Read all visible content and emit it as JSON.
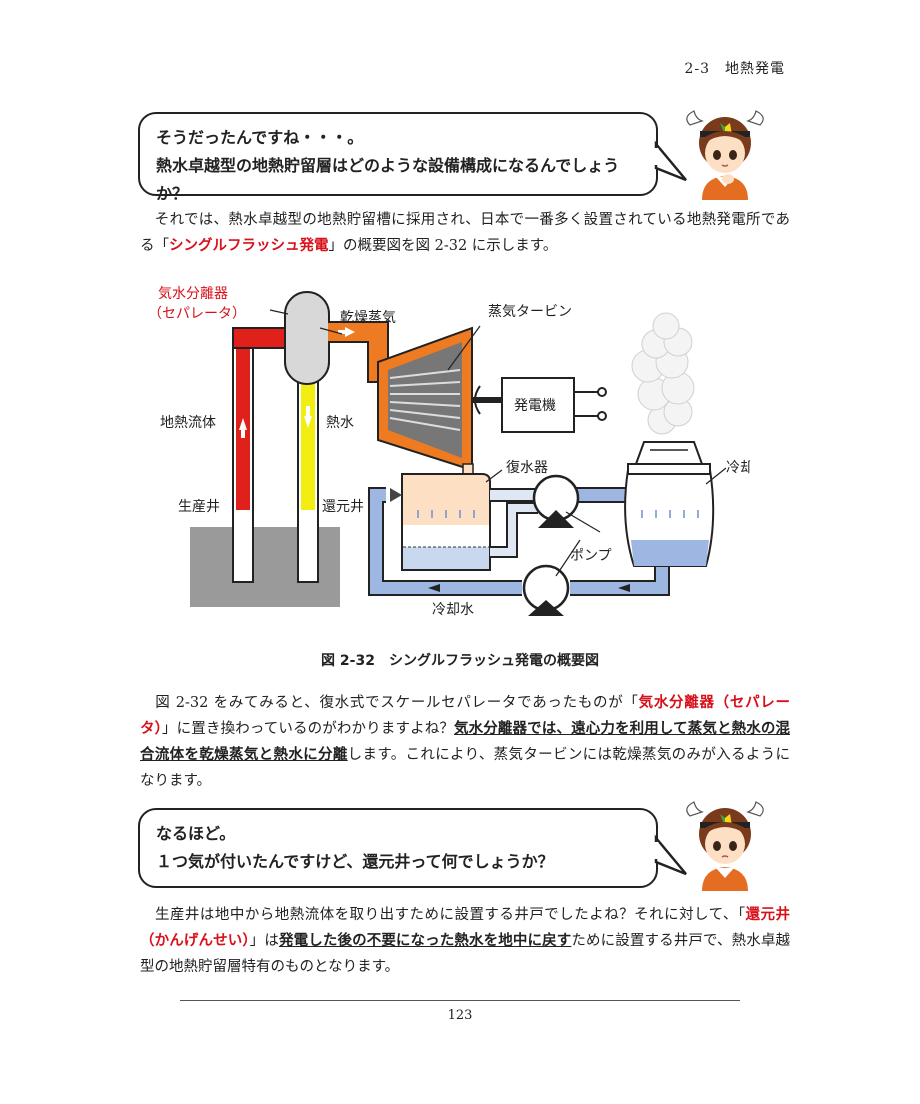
{
  "header": {
    "section": "2-3　地熱発電"
  },
  "bubble1": {
    "line1": "そうだったんですね・・・。",
    "line2": "熱水卓越型の地熱貯留層はどのような設備構成になるんでしょうか？"
  },
  "para1": {
    "t1": "　それでは、熱水卓越型の地熱貯留槽に採用され、日本で一番多く設置されている地熱発電所であ",
    "t2": "る「",
    "red": "シングルフラッシュ発電",
    "t3": "」の概要図を図 2-32 に示します。"
  },
  "diagram": {
    "separator_label_1": "気水分離器",
    "separator_label_2": "（セパレータ）",
    "dry_steam": "乾燥蒸気",
    "turbine": "蒸気タービン",
    "generator": "発電機",
    "geothermal_fluid": "地熱流体",
    "hot_water": "熱水",
    "condenser": "復水器",
    "cooling_tower": "冷却塔",
    "production_well": "生産井",
    "reinjection_well": "還元井",
    "pump": "ポンプ",
    "cooling_water": "冷却水"
  },
  "caption": "図 2-32　シングルフラッシュ発電の概要図",
  "para2": {
    "t1": "　図 2-32 をみてみると、復水式でスケールセパレータであったものが「",
    "red1": "気水分離器（セパレータ）",
    "t2": "」",
    "t3": "に置き換わっているのがわかりますよね？",
    "u1": "気水分離器では、遠心力を利用して蒸気と熱水の混合流",
    "u2": "体を乾燥蒸気と熱水に分離",
    "t4": "します。これにより、蒸気タービンには乾燥蒸気のみが入るようになり",
    "t5": "ます。"
  },
  "bubble2": {
    "line1": "なるほど。",
    "line2": "１つ気が付いたんですけど、還元井って何でしょうか？"
  },
  "para3": {
    "t1": "　生産井は地中から地熱流体を取り出すために設置する井戸でしたよね？それに対して、「",
    "red1": "還元井",
    "red2": "（かんげんせい）",
    "t2": "」は",
    "u1": "発電した後の不要になった熱水を地中に戻す",
    "t3": "ために設置する井戸で、熱水卓",
    "t4": "越型の地熱貯留層特有のものとなります。"
  },
  "footer": {
    "page": "123"
  },
  "colors": {
    "accent_red": "#d8101a",
    "hot_red": "#e0201a",
    "steam_orange": "#ee7a22",
    "water_yellow": "#f2ee12",
    "cool_blue": "#9db7e2"
  },
  "icons": [
    "character-avatar-icon",
    "character-avatar-icon"
  ]
}
